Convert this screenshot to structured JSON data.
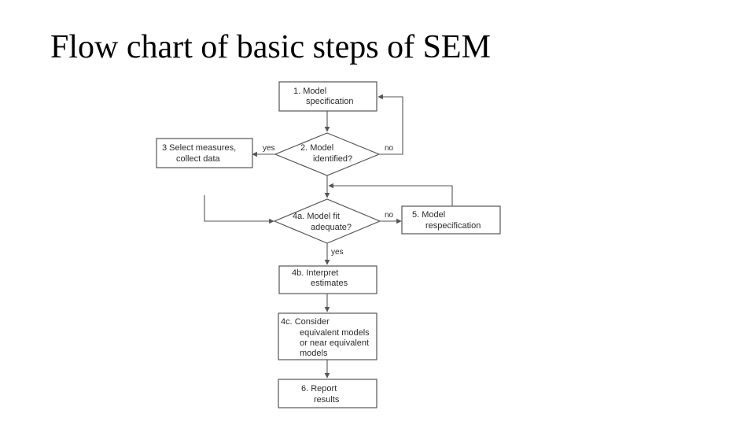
{
  "title": "Flow chart of basic steps of SEM",
  "nodes": {
    "model_specification": [
      "1.  Model",
      "specification"
    ],
    "model_identified": [
      "2.  Model",
      "identified?"
    ],
    "select_measures": [
      "3   Select measures,",
      "collect data"
    ],
    "model_fit": [
      "4a.  Model fit",
      "adequate?"
    ],
    "interpret_estimates": [
      "4b.  Interpret",
      "estimates"
    ],
    "consider_equivalent": [
      "4c.  Consider",
      "equivalent models",
      "or near equivalent",
      "models"
    ],
    "model_respecification": [
      "5.  Model",
      "respecification"
    ],
    "report_results": [
      "6.  Report",
      "results"
    ]
  },
  "edge_labels": {
    "identified_yes": "yes",
    "identified_no": "no",
    "fit_no": "no",
    "fit_yes": "yes"
  }
}
